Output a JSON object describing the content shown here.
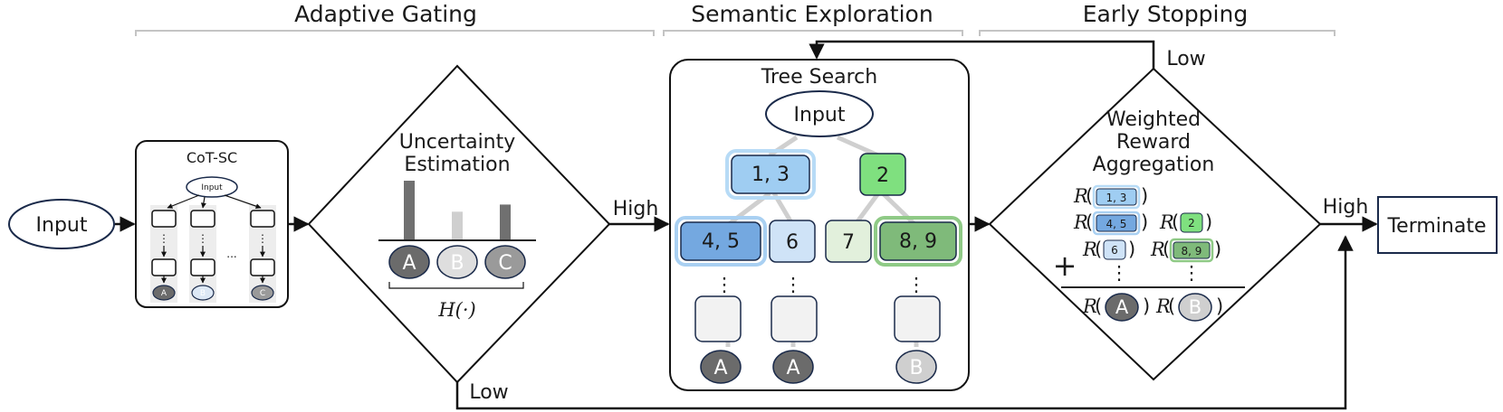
{
  "sections": {
    "adaptive_gating": "Adaptive Gating",
    "semantic_exploration": "Semantic Exploration",
    "early_stopping": "Early Stopping"
  },
  "input_label": "Input",
  "cot_sc": {
    "title": "CoT-SC",
    "root": "Input",
    "ellipsis": "...",
    "answers": [
      "A",
      "B",
      "C"
    ]
  },
  "uncertainty": {
    "title_line1": "Uncertainty",
    "title_line2": "Estimation",
    "bars": [
      {
        "label": "A",
        "value": 1.0,
        "color": "#707070"
      },
      {
        "label": "B",
        "value": 0.48,
        "color": "#cfcfcf"
      },
      {
        "label": "C",
        "value": 0.6,
        "color": "#707070"
      }
    ],
    "entropy": "H(·)"
  },
  "tree_search": {
    "title": "Tree Search",
    "root": "Input",
    "level1": [
      "1, 3",
      "2"
    ],
    "level2": [
      "4, 5",
      "6",
      "7",
      "8, 9"
    ],
    "dots": "⋮",
    "leaves": [
      "A",
      "A",
      "B"
    ]
  },
  "reward": {
    "title_line1": "Weighted",
    "title_line2": "Reward",
    "title_line3": "Aggregation",
    "r": "R",
    "lp": "(",
    "rp": ")",
    "terms": [
      "1, 3",
      "4, 5",
      "2",
      "6",
      "8, 9"
    ],
    "plus": "+",
    "dots": "⋮",
    "answers": [
      "A",
      "B"
    ]
  },
  "edges": {
    "high1": "High",
    "low1": "Low",
    "low2": "Low",
    "high2": "High"
  },
  "terminate": "Terminate",
  "colors": {
    "blue_light": "#cfe3f7",
    "blue_mid": "#9fcdf2",
    "blue_dark": "#74a8e0",
    "green_light": "#e2f0dc",
    "green_mid": "#7fe07f",
    "green_dark": "#7fba7a",
    "answer_dark": "#6b6b6b",
    "answer_light": "#cfcfcf"
  }
}
